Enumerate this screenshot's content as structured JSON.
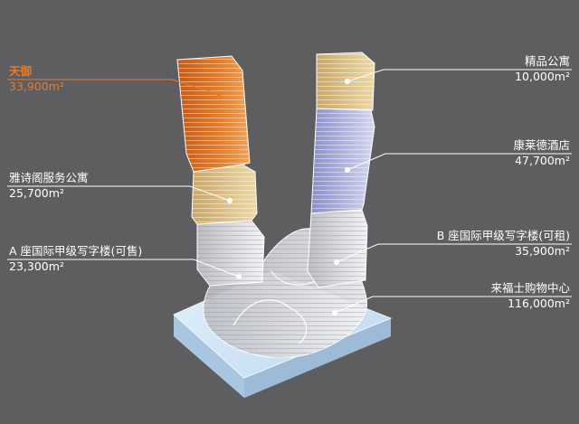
{
  "colors": {
    "background": "#5e5e60",
    "highlight": "#e87a24",
    "text": "#ffffff",
    "leader_line": "#ffffff"
  },
  "labels": {
    "tianyu": {
      "name": "天御",
      "area": "33,900m²"
    },
    "yashige": {
      "name": "雅诗阁服务公寓",
      "area": "25,700m²"
    },
    "tower_a": {
      "name": "A 座国际甲级写字楼(可售)",
      "area": "23,300m²"
    },
    "jingpin": {
      "name": "精品公寓",
      "area": "10,000m²"
    },
    "kanglaide": {
      "name": "康莱德酒店",
      "area": "47,700m²"
    },
    "tower_b": {
      "name": "B 座国际甲级写字楼(可租)",
      "area": "35,900m²"
    },
    "raffles": {
      "name": "来福士购物中心",
      "area": "116,000m²"
    }
  }
}
